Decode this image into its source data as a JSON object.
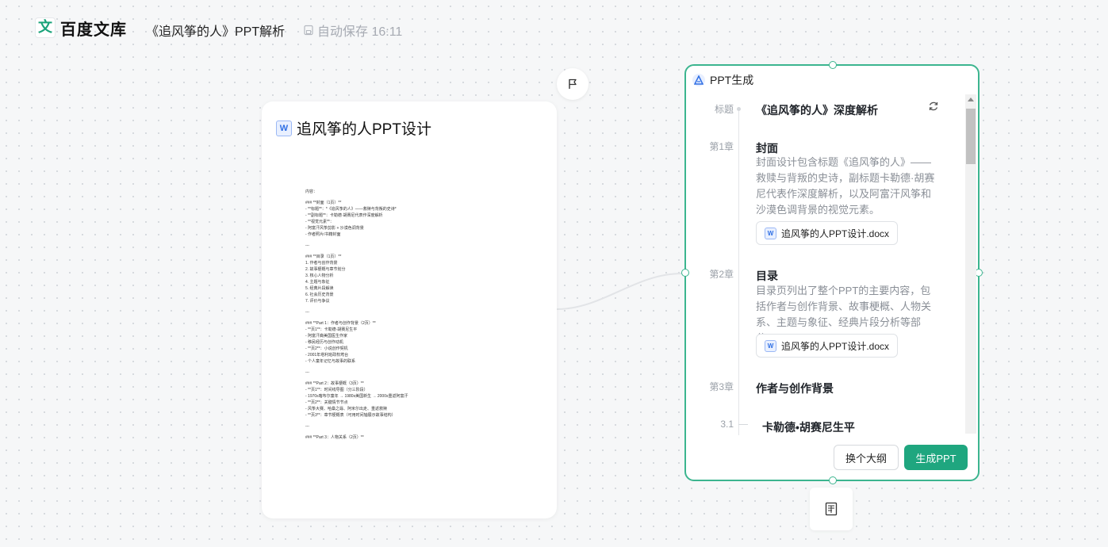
{
  "header": {
    "logo_mark": "文",
    "logo_text": "百度文库",
    "doc_title": "《追风筝的人》PPT解析",
    "autosave": "自动保存 16:11"
  },
  "doc_card": {
    "title": "追风筝的人PPT设计",
    "preview_lines": [
      "内容：",
      "",
      "### **封面（1页）**",
      "- **标题**：*《追风筝的人》——救赎与背叛的史诗*",
      "- **副标题**：卡勒德·胡赛尼代表作深度解析",
      "- **视觉元素**：",
      "  - 阿富汗风筝剪影 + 沙漠色调背景",
      "  - 作者照片/书籍封面",
      "",
      "---",
      "",
      "### **目录（1页）**",
      "1. 作者与创作背景",
      "2. 故事梗概与章节划分",
      "3. 核心人物分析",
      "4. 主题与象征",
      "5. 经典片段解读",
      "6. 社会历史背景",
      "7. 评价与争议",
      "",
      "---",
      "",
      "### **Part 1：作者与创作背景（2页）**",
      "- **页1**：卡勒德·胡赛尼生平",
      "  - 阿富汗裔美国医生作家",
      "  - 移民经历与创作动机",
      "- **页2**：小说创作契机",
      "  - 2001年塔利班政权垮台",
      "  - 个人童年记忆与故事的联系",
      "",
      "---",
      "",
      "### **Part 2：故事梗概（3页）**",
      "- **页1**：时间线导图（分三阶段）",
      "  - 1970s喀布尔童年 → 1980s美国新生 → 2000s重返阿富汗",
      "- **页2**：关键情节节点",
      "  - 风筝大赛、哈桑之辱、阿米尔出走、重返救赎",
      "- **页3**：章节梗概表（可用时间轴展示故事结构）",
      "",
      "---",
      "",
      "### **Part 3：人物关系（2页）**"
    ]
  },
  "ppt_card": {
    "header_label": "PPT生成",
    "title_label": "标题",
    "title_value": "《追风筝的人》深度解析",
    "sections": [
      {
        "label": "第1章",
        "title": "封面",
        "desc": "封面设计包含标题《追风筝的人》——救赎与背叛的史诗，副标题卡勒德·胡赛尼代表作深度解析，以及阿富汗风筝和沙漠色调背景的视觉元素。",
        "file": "追风筝的人PPT设计.docx"
      },
      {
        "label": "第2章",
        "title": "目录",
        "desc": "目录页列出了整个PPT的主要内容，包括作者与创作背景、故事梗概、人物关系、主题与象征、经典片段分析等部分。",
        "file": "追风筝的人PPT设计.docx"
      },
      {
        "label": "第3章",
        "title": "作者与创作背景"
      }
    ],
    "subsection": {
      "label": "3.1",
      "title": "卡勒德•胡赛尼生平"
    },
    "btn_change_outline": "换个大纲",
    "btn_generate": "生成PPT"
  },
  "icons": {
    "flag": "flag-icon",
    "refresh": "refresh-icon",
    "word": "word-doc-icon",
    "save": "save-icon",
    "node": "document-node-icon"
  },
  "colors": {
    "accent": "#1fa67f",
    "border_active": "#3cb58f"
  }
}
